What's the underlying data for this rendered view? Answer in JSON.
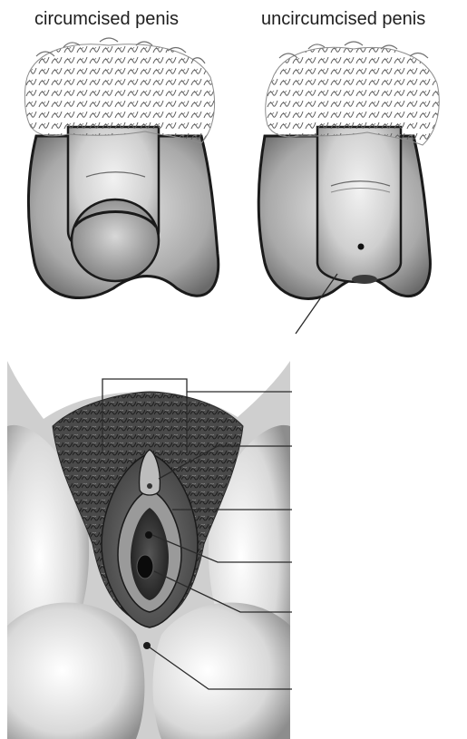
{
  "captions": {
    "left": "circumcised penis",
    "right": "uncircumcised penis"
  },
  "colors": {
    "ink": "#1a1a1a",
    "skin_light": "#e8e8e8",
    "skin_mid": "#bdbdbd",
    "skin_dark": "#5a5a5a",
    "hair": "#6e6e6e",
    "leader_line": "#2a2a2a"
  },
  "figures": [
    {
      "figure": "circumcised",
      "caption_key": "captions.left"
    },
    {
      "figure": "uncircumcised",
      "caption_key": "captions.right"
    },
    {
      "figure": "vulva"
    }
  ],
  "label_leaders": {
    "uncircumcised": 1,
    "vulva": 6
  }
}
